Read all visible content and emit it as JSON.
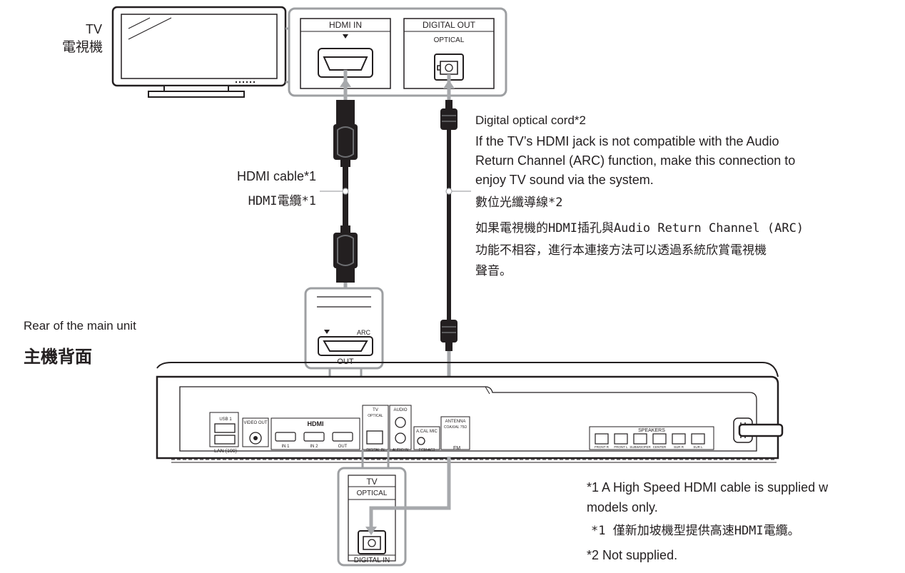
{
  "tv": {
    "label_en": "TV",
    "label_zh": "電視機",
    "hdmi_in": "HDMI IN",
    "digital_out": "DIGITAL OUT",
    "optical": "OPTICAL"
  },
  "hdmi_cable": {
    "label_en": "HDMI cable*1",
    "label_zh": "HDMI電纜*1"
  },
  "optical_cord": {
    "label_en": "Digital optical cord*2",
    "desc_en": [
      "If the TV’s HDMI jack is not compatible with the Audio",
      "Return Channel (ARC) function, make this connection to",
      "enjoy TV sound via the system."
    ],
    "label_zh": "數位光纖導線*2",
    "desc_zh": [
      "如果電視機的HDMI插孔與Audio Return Channel (ARC)",
      "功能不相容，進行本連接方法可以透過系統欣賞電視機",
      "聲音。"
    ]
  },
  "main_unit": {
    "label_en": "Rear of the main unit",
    "label_zh": "主機背面",
    "hdmi_out": "OUT",
    "arc": "ARC",
    "tv": "TV",
    "optical": "OPTICAL",
    "digital_in": "DIGITAL IN",
    "panel": {
      "usb": "USB 1",
      "lan": "LAN (100)",
      "video_out": "VIDEO OUT",
      "hdmi": "HDMI",
      "in1": "IN 1",
      "in2": "IN 2",
      "out": "OUT",
      "tv": "TV",
      "optical": "OPTICAL",
      "digital_in": "DIGITAL IN",
      "audio": "AUDIO",
      "audio_in": "AUDIO IN",
      "acal_mic": "A.CAL MIC",
      "ecm": "ECM-AC3",
      "antenna": "ANTENNA",
      "coaxial": "COAXIAL 75Ω",
      "fm": "FM",
      "speakers": "SPEAKERS",
      "front_r": "FRONT R",
      "front_l": "FRONT L",
      "subwoofer": "SUBWOOFER",
      "center": "CENTER",
      "sur_r": "SUR R",
      "sur_l": "SUR L"
    }
  },
  "footnotes": {
    "note1_en_line1": "*1 A High Speed HDMI cable is supplied w",
    "note1_en_line2": "models only.",
    "note1_zh": "*1 僅新加坡機型提供高速HDMI電纜。",
    "note2_en": "*2 Not supplied."
  }
}
